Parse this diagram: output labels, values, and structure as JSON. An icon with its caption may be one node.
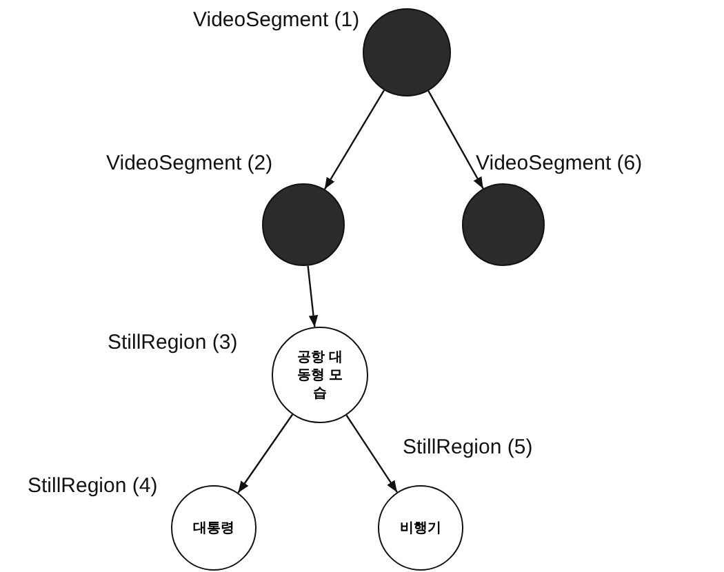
{
  "diagram": {
    "nodes": [
      {
        "text": [],
        "shape": "circle",
        "beside": [
          "VideoSegment (1)"
        ]
      },
      {
        "text": [],
        "shape": "circle",
        "beside": [
          "VideoSegment (2)"
        ]
      },
      {
        "text": [],
        "shape": "circle",
        "beside": [
          "VideoSegment (6)"
        ]
      },
      {
        "text": [
          "공항 대동형 모습"
        ],
        "beside": [
          "StillRegion (3)"
        ]
      },
      {
        "text": [
          "대통령"
        ],
        "beside": [
          "StillRegion (4)"
        ]
      },
      {
        "text": [
          "비행기"
        ],
        "beside": [
          "StillRegion (5)"
        ]
      }
    ],
    "edges": [
      {
        "from": 0,
        "to": 1,
        "arrow": "to"
      },
      {
        "from": 0,
        "to": 2,
        "arrow": "to"
      },
      {
        "from": 1,
        "to": 3,
        "arrow": "to"
      },
      {
        "from": 3,
        "to": 4,
        "arrow": "to"
      },
      {
        "from": 3,
        "to": 5,
        "arrow": "to"
      }
    ]
  }
}
